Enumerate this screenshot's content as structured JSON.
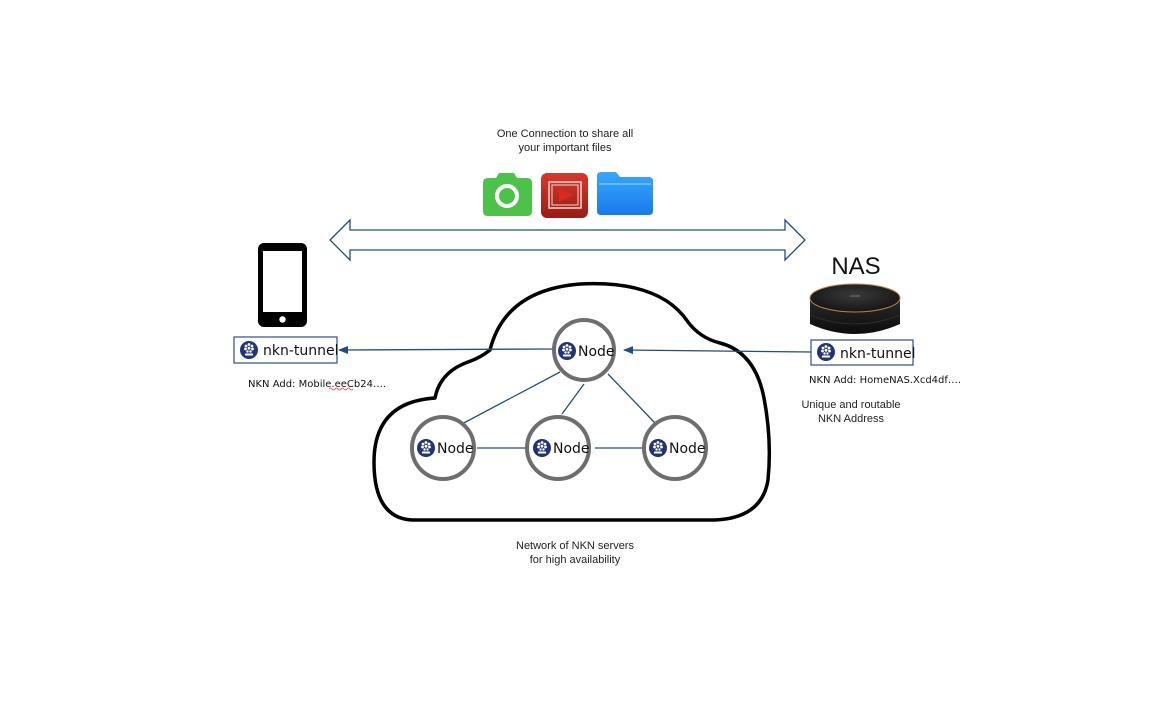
{
  "header": {
    "caption_line1": "One Connection to share all",
    "caption_line2": "your important files"
  },
  "file_icons": [
    {
      "name": "camera-icon",
      "color": "#4cc24a"
    },
    {
      "name": "video-play-icon",
      "color": "#b8281f"
    },
    {
      "name": "folder-icon",
      "color": "#1e8cf0"
    }
  ],
  "mobile": {
    "tunnel_label": "nkn-tunnel",
    "address": "NKN Add: Mobile.eeCb24…."
  },
  "nas": {
    "title": "NAS",
    "tunnel_label": "nkn-tunnel",
    "address": "NKN Add: HomeNAS.Xcd4df….",
    "note_line1": "Unique and routable",
    "note_line2": "NKN Address"
  },
  "network": {
    "nodes": [
      {
        "label": "Node"
      },
      {
        "label": "Node"
      },
      {
        "label": "Node"
      },
      {
        "label": "Node"
      }
    ],
    "caption_line1": "Network of NKN servers",
    "caption_line2": "for high availability"
  },
  "logo_text": "NKN",
  "colors": {
    "arrow_blue": "#1f4e85",
    "node_ring": "#6e6e6e",
    "nkn_logo": "#23337a",
    "cloud_outline": "#000000"
  }
}
